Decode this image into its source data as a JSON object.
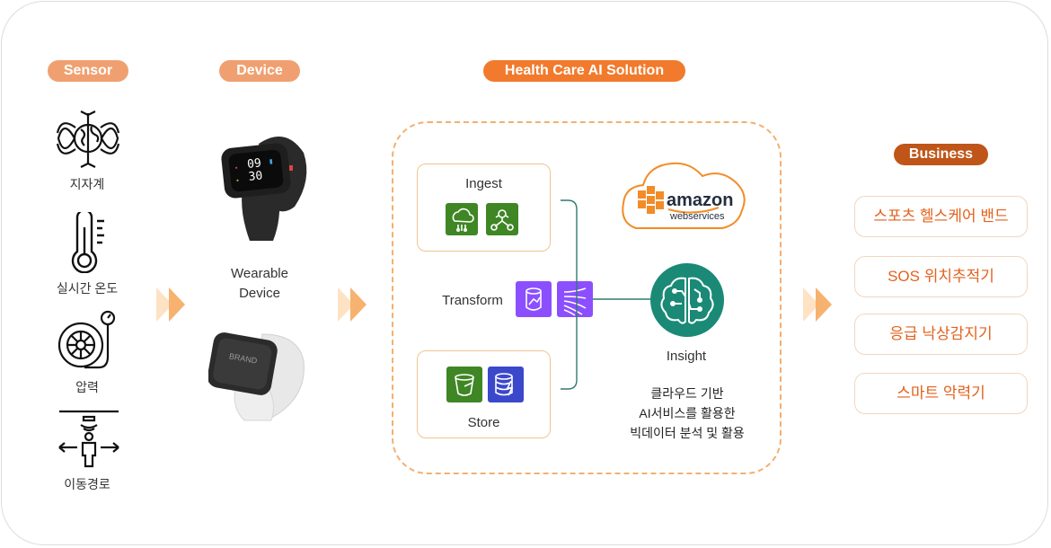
{
  "sections": {
    "sensor": "Sensor",
    "device": "Device",
    "solution": "Health Care AI Solution",
    "business": "Business"
  },
  "sensors": [
    {
      "label": "지자계",
      "icon": "magnetic-globe-icon"
    },
    {
      "label": "실시간 온도",
      "icon": "thermometer-icon"
    },
    {
      "label": "압력",
      "icon": "pressure-gauge-icon"
    },
    {
      "label": "이동경로",
      "icon": "person-tracking-icon"
    }
  ],
  "device": {
    "label_line1": "Wearable",
    "label_line2": "Device",
    "brand_text": "BRAND"
  },
  "solution": {
    "ingest": "Ingest",
    "transform": "Transform",
    "store": "Store",
    "insight": "Insight",
    "amazon_logo": "amazon",
    "amazon_sub": "webservices",
    "desc_line1": "클라우드 기반",
    "desc_line2": "AI서비스를 활용한",
    "desc_line3": "빅데이터 분석 및 활용"
  },
  "business_items": [
    "스포츠 헬스케어 밴드",
    "SOS 위치추적기",
    "응급 낙상감지기",
    "스마트 악력기"
  ],
  "colors": {
    "accent": "#f27a2c",
    "dark_accent": "#bf5518",
    "aws_green": "#3f8624",
    "aws_purple": "#8c4fff",
    "aws_blue": "#3b48cc",
    "insight_teal": "#1a8a76"
  }
}
